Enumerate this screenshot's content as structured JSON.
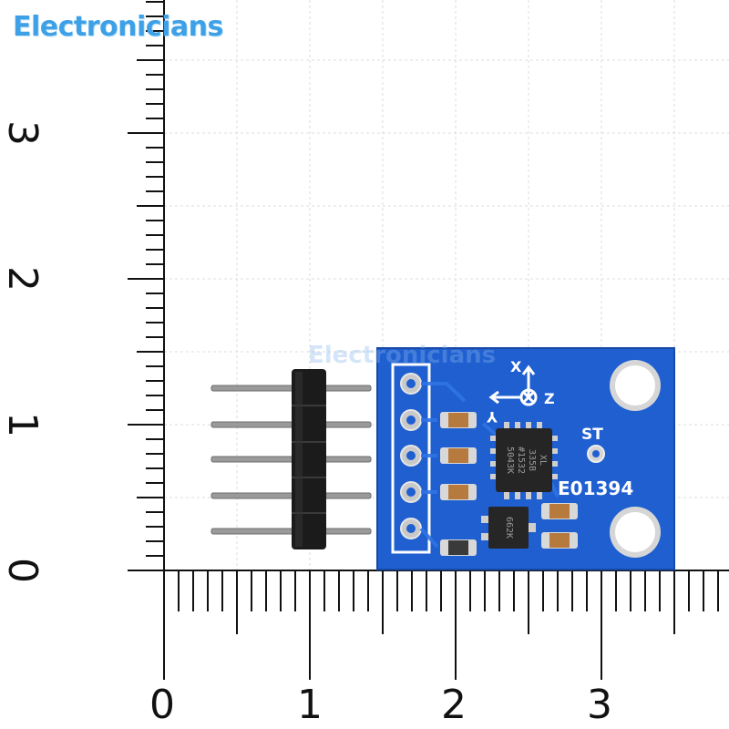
{
  "watermark": {
    "brand": "Electronicians"
  },
  "ruler": {
    "x_labels": [
      "0",
      "1",
      "2",
      "3"
    ],
    "y_labels": [
      "0",
      "1",
      "2",
      "3"
    ]
  },
  "board": {
    "part_number": "E01394",
    "self_test_label": "ST",
    "axes": {
      "x": "X",
      "y": "Y",
      "z": "Z"
    },
    "chip_marking": [
      "XL",
      "335B",
      "#1532",
      "5043K"
    ],
    "transistor_marking": "662K",
    "pcb_color": "#1f5fd0",
    "pin_count": 5
  }
}
